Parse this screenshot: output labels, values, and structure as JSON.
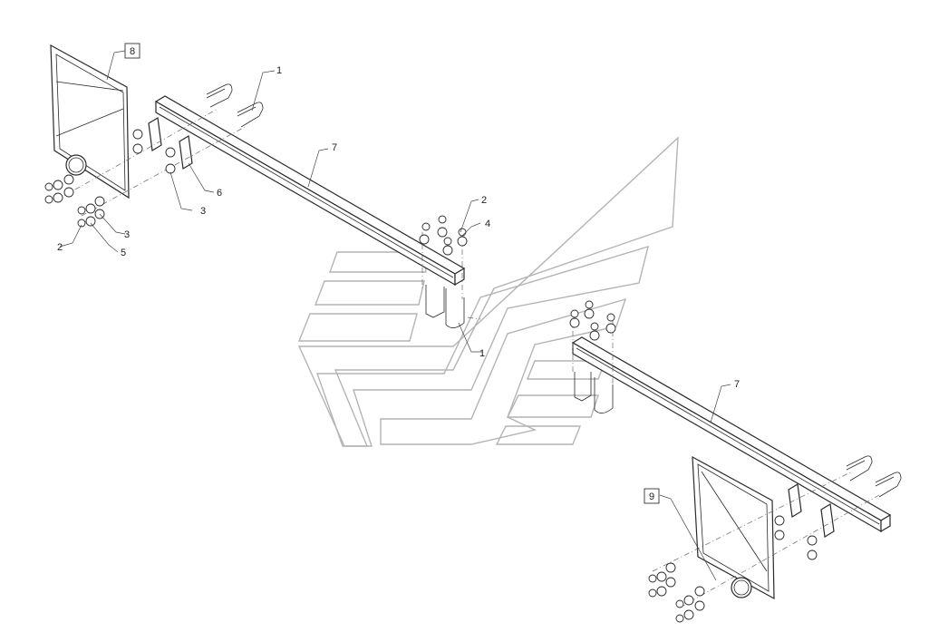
{
  "diagram": {
    "callouts": [
      {
        "id": "c1a",
        "label": "1"
      },
      {
        "id": "c1b",
        "label": "1"
      },
      {
        "id": "c2a",
        "label": "2"
      },
      {
        "id": "c2b",
        "label": "2"
      },
      {
        "id": "c3a",
        "label": "3"
      },
      {
        "id": "c3b",
        "label": "3"
      },
      {
        "id": "c4",
        "label": "4"
      },
      {
        "id": "c5",
        "label": "5"
      },
      {
        "id": "c6",
        "label": "6"
      },
      {
        "id": "c7a",
        "label": "7"
      },
      {
        "id": "c7b",
        "label": "7"
      },
      {
        "id": "c8",
        "label": "8"
      },
      {
        "id": "c9",
        "label": "9"
      }
    ]
  }
}
